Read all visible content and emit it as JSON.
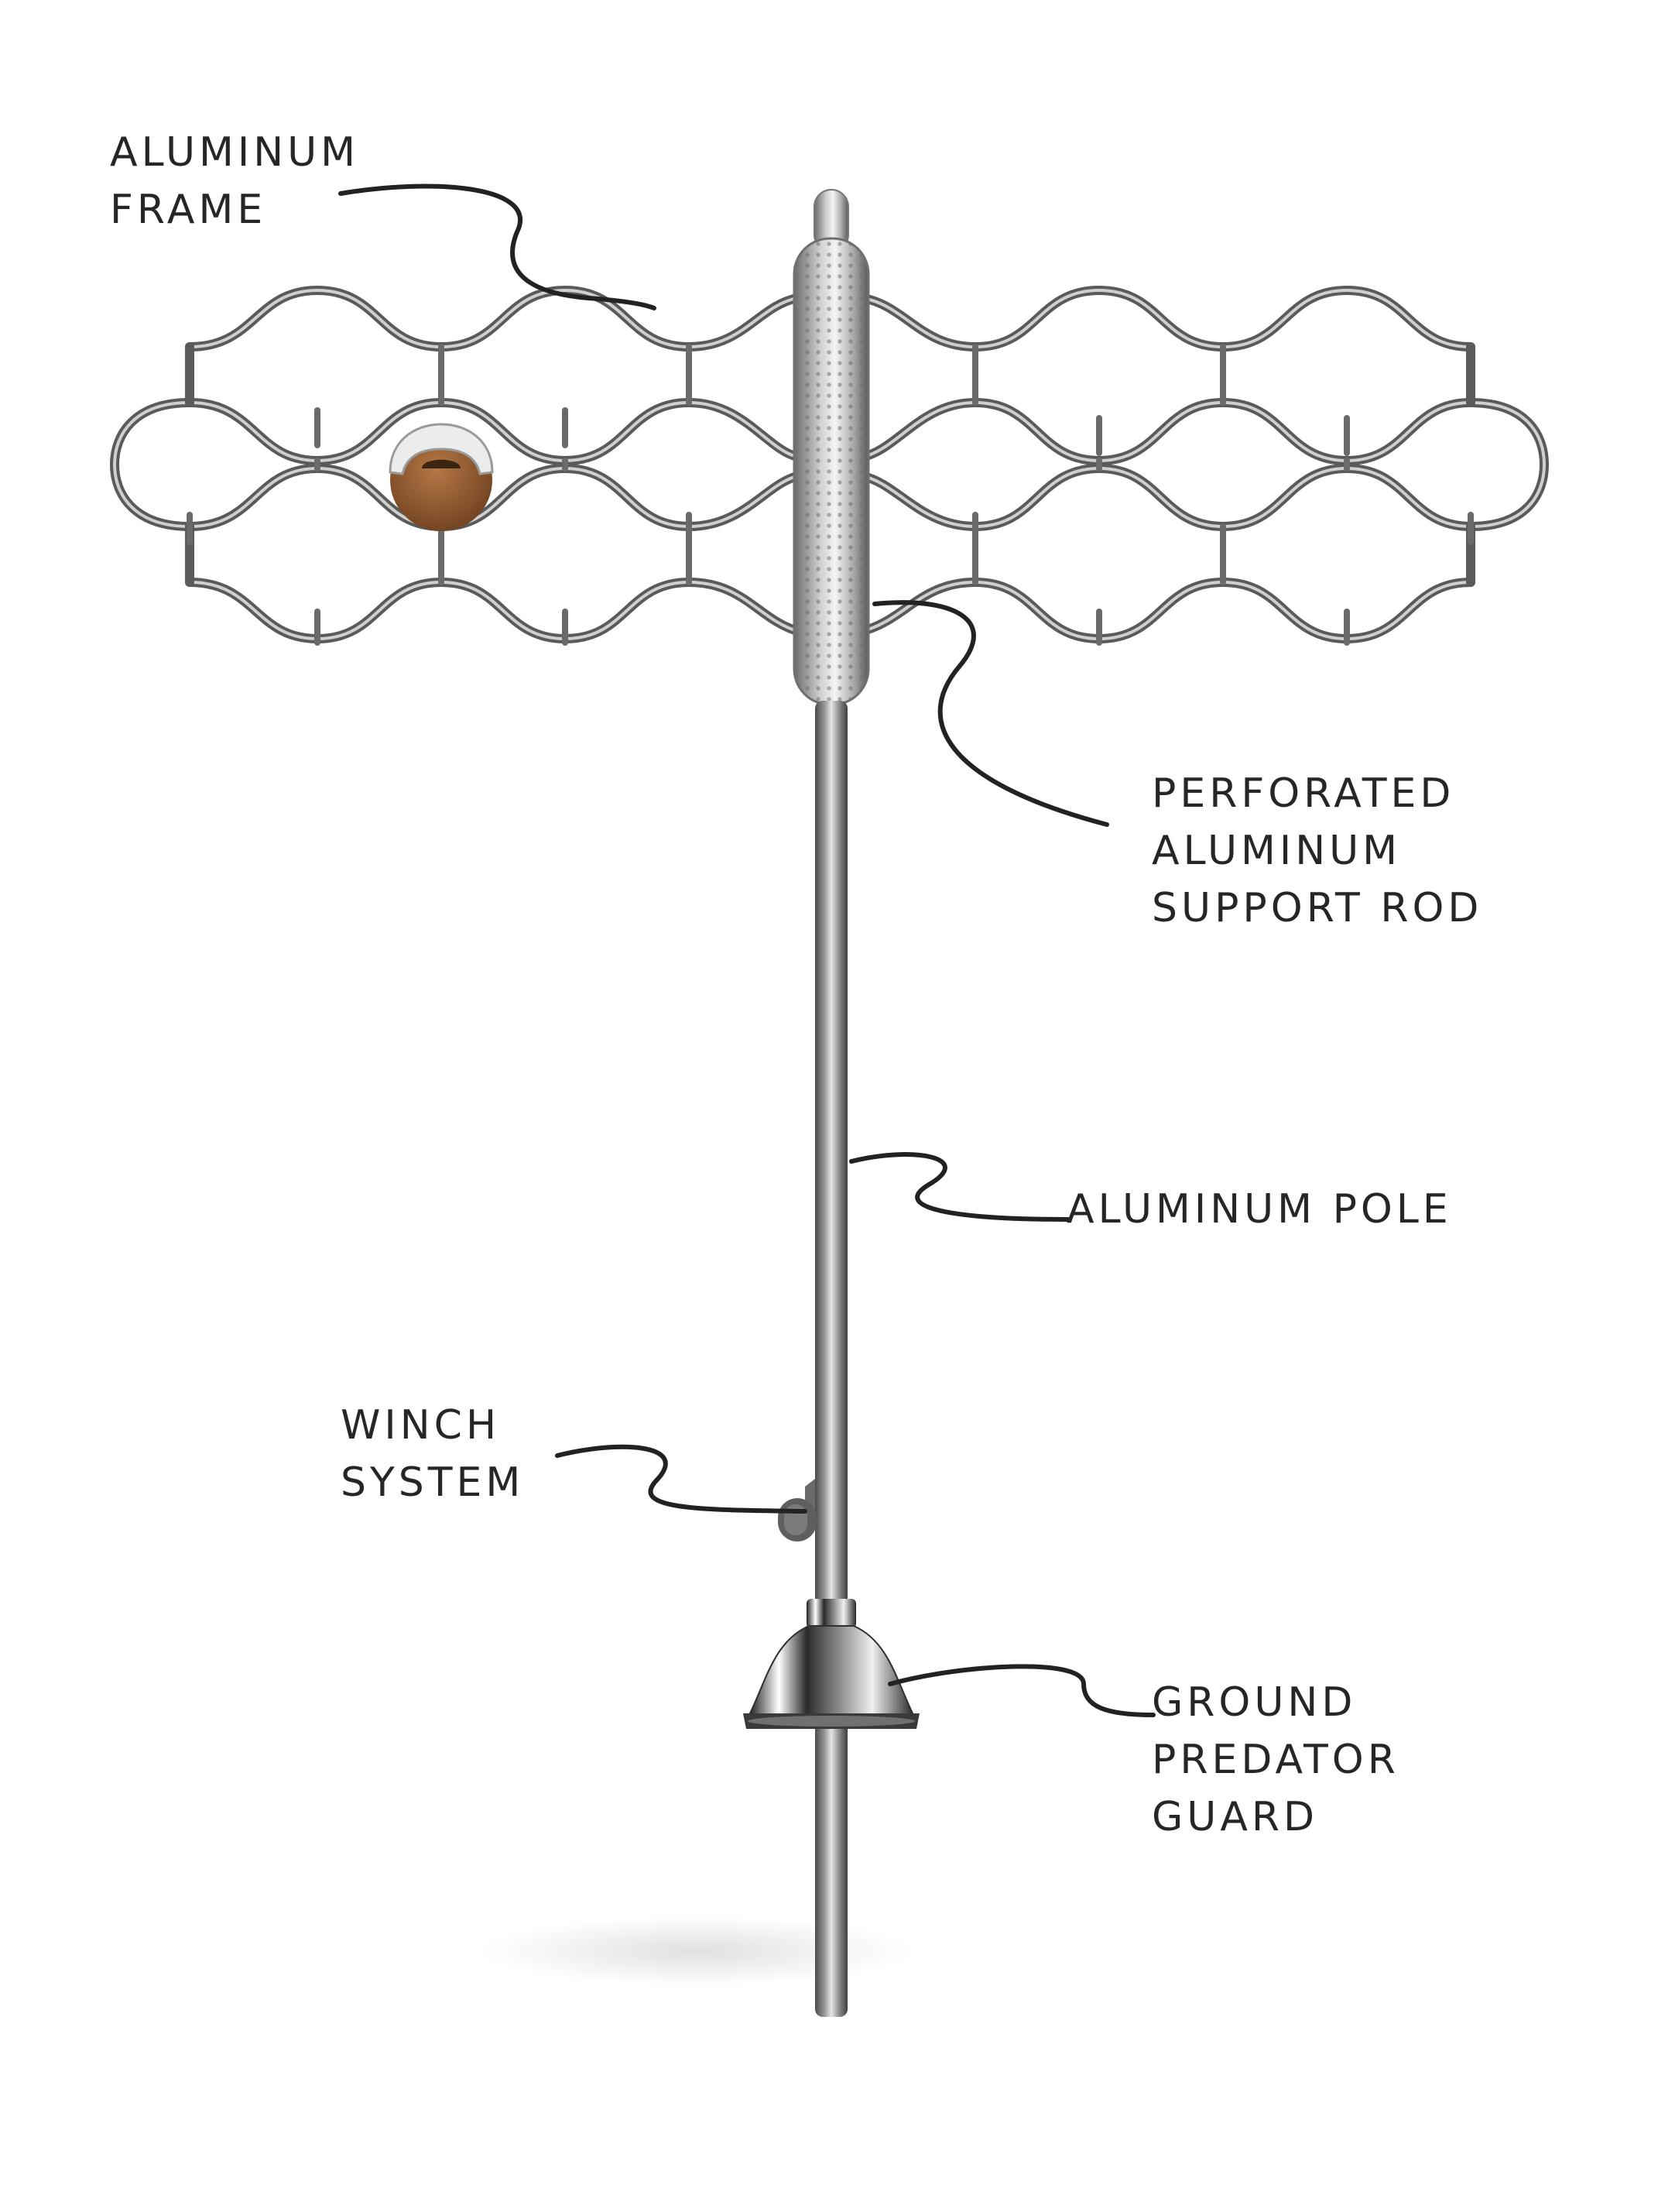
{
  "callouts": {
    "frame": [
      "ALUMINUM",
      "FRAME"
    ],
    "support_rod": [
      "PERFORATED",
      "ALUMINUM",
      "SUPPORT ROD"
    ],
    "pole": [
      "ALUMINUM POLE"
    ],
    "winch": [
      "WINCH",
      "SYSTEM"
    ],
    "guard": [
      "GROUND",
      "PREDATOR",
      "GUARD"
    ]
  },
  "colors": {
    "text": "#262626",
    "leader_line": "#222222",
    "metal_dark": "#5c5c5c",
    "metal_light": "#d9d9d9",
    "nest_brown": "#8a5530",
    "background": "#ffffff"
  }
}
